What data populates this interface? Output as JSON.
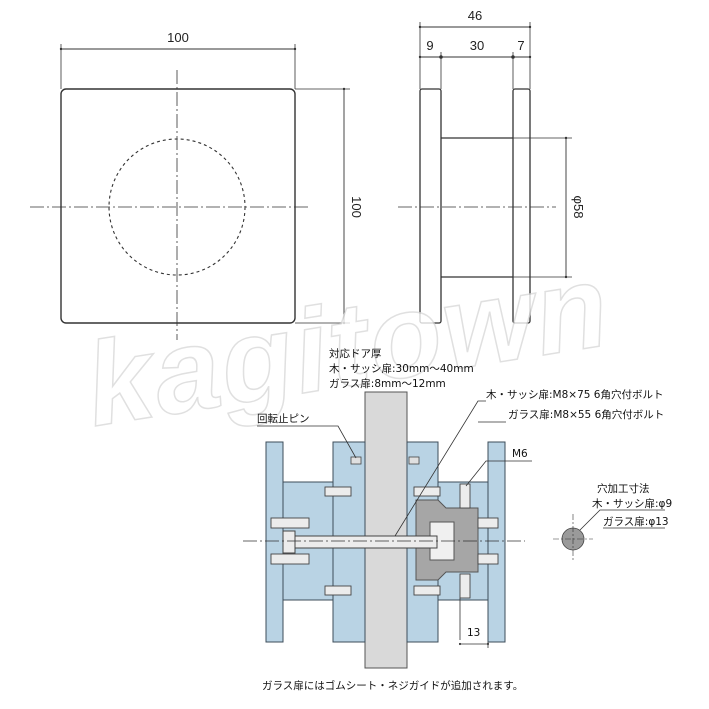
{
  "top_view": {
    "width_label": "100",
    "height_label": "100"
  },
  "side_view": {
    "total_label": "46",
    "left_plate_label": "9",
    "gap_label": "30",
    "right_plate_label": "7",
    "diameter_label": "φ58"
  },
  "door_notes": {
    "title": "対応ドア厚",
    "wood_sash": "木・サッシ扉:30mm〜40mm",
    "glass": "ガラス扉:8mm〜12mm"
  },
  "callouts": {
    "anti_rotation_pin": "回転止ピン",
    "bolt_wood": "木・サッシ扉:M8×75 6角穴付ボルト",
    "bolt_glass": "ガラス扉:M8×55 6角穴付ボルト",
    "m6": "M6",
    "dim_13": "13"
  },
  "hole_size": {
    "title": "穴加工寸法",
    "wood_sash": "木・サッシ扉:φ9",
    "glass": "ガラス扉:φ13"
  },
  "footer_note": "ガラス扉にはゴムシート・ネジガイドが追加されます。",
  "watermark": "kagitown",
  "colors": {
    "line": "#333333",
    "part_fill": "#b9d3e4",
    "part_stroke": "#3d4d5a",
    "door_fill": "#d9d9d9",
    "bolt_fill": "#e8e8e8",
    "hole_fill": "#9a9a9a"
  }
}
